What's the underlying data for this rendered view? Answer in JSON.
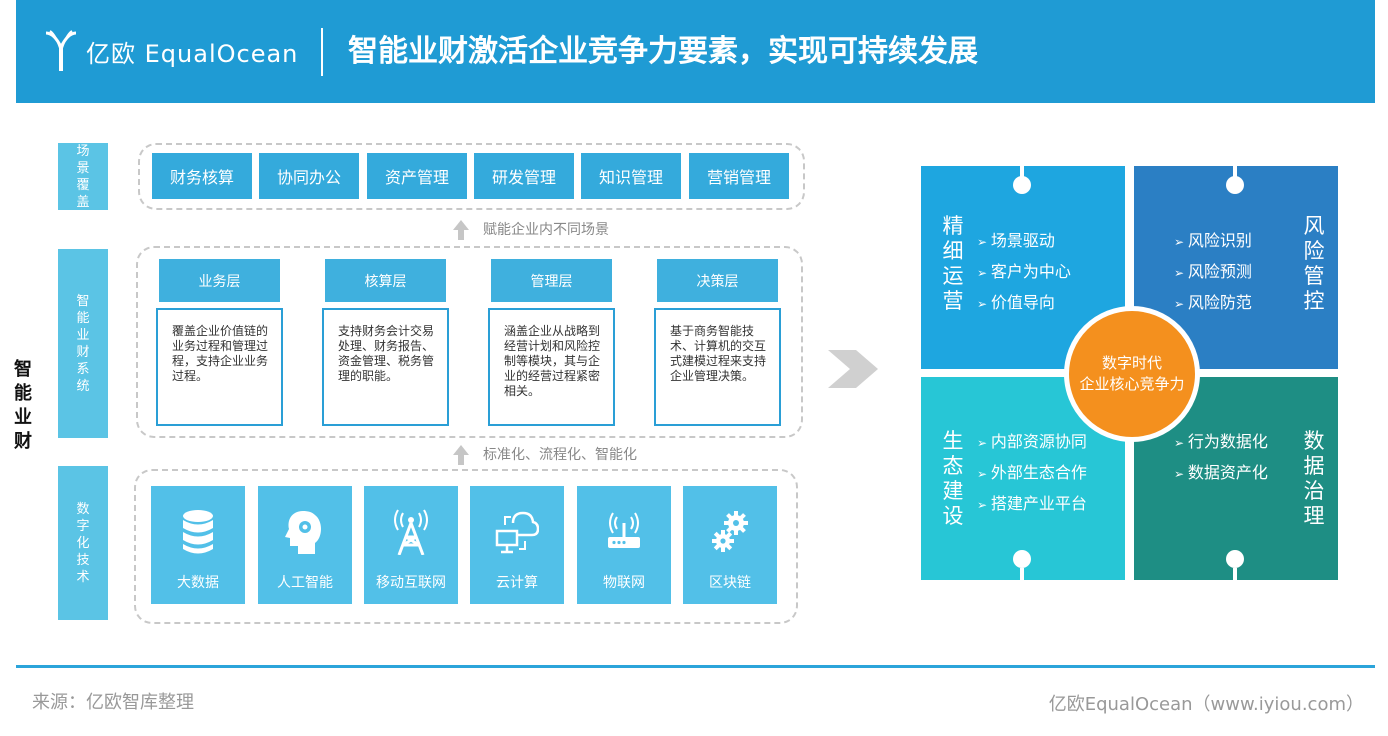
{
  "header": {
    "logo_text": "亿欧 EqualOcean",
    "title": "智能业财激活企业竞争力要素，实现可持续发展",
    "bg_color": "#1f9bd4"
  },
  "left": {
    "main_label": "智能业财",
    "scene_label": "场景覆盖",
    "system_label": "智能业财系统",
    "tech_label": "数字化技术",
    "scenes": [
      "财务核算",
      "协同办公",
      "资产管理",
      "研发管理",
      "知识管理",
      "营销管理"
    ],
    "caption_top": "赋能企业内不同场景",
    "caption_bottom": "标准化、流程化、智能化",
    "layers": [
      {
        "title": "业务层",
        "desc": "覆盖企业价值链的业务过程和管理过程，支持企业业务过程。"
      },
      {
        "title": "核算层",
        "desc": "支持财务会计交易处理、财务报告、资金管理、税务管理的职能。"
      },
      {
        "title": "管理层",
        "desc": "涵盖企业从战略到经营计划和风险控制等模块，其与企业的经营过程紧密相关。"
      },
      {
        "title": "决策层",
        "desc": "基于商务智能技术、计算机的交互式建模过程来支持企业管理决策。"
      }
    ],
    "tech": [
      {
        "label": "大数据",
        "icon": "database-icon"
      },
      {
        "label": "人工智能",
        "icon": "ai-head-icon"
      },
      {
        "label": "移动互联网",
        "icon": "signal-tower-icon"
      },
      {
        "label": "云计算",
        "icon": "cloud-computing-icon"
      },
      {
        "label": "物联网",
        "icon": "router-icon"
      },
      {
        "label": "区块链",
        "icon": "gears-icon"
      }
    ]
  },
  "right": {
    "center": {
      "line1": "数字时代",
      "line2": "企业核心竞争力"
    },
    "quadrants": [
      {
        "title": "精细运营",
        "items": [
          "场景驱动",
          "客户为中心",
          "价值导向"
        ],
        "color": "#1ea6e0"
      },
      {
        "title": "风险管控",
        "items": [
          "风险识别",
          "风险预测",
          "风险防范"
        ],
        "color": "#2b7fc4"
      },
      {
        "title": "生态建设",
        "items": [
          "内部资源协同",
          "外部生态合作",
          "搭建产业平台"
        ],
        "color": "#27c6d6"
      },
      {
        "title": "数据治理",
        "items": [
          "行为数据化",
          "数据资产化"
        ],
        "color": "#1e8e84"
      }
    ]
  },
  "footer": {
    "source": "来源：亿欧智库整理",
    "credit": "亿欧EqualOcean（www.iyiou.com）"
  }
}
